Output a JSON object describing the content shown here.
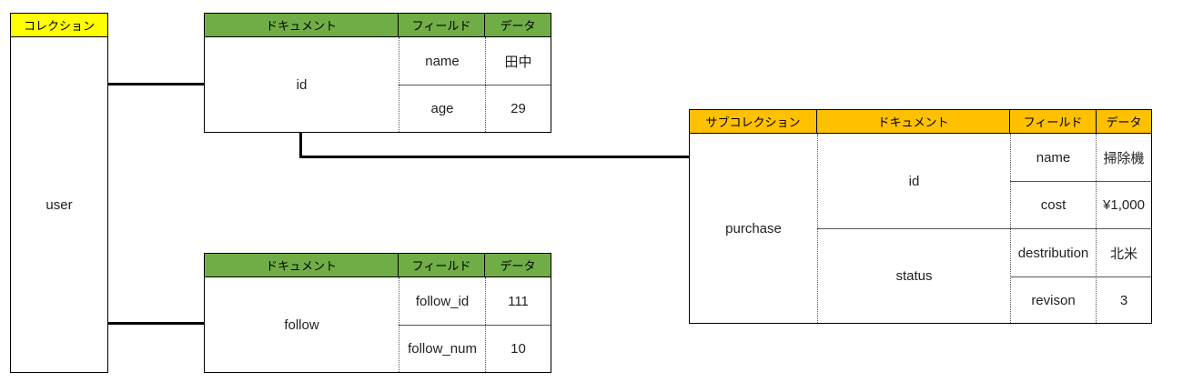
{
  "collection": {
    "header": "コレクション",
    "name": "user"
  },
  "doc_id_table": {
    "headers": [
      "ドキュメント",
      "フィールド",
      "データ"
    ],
    "document": "id",
    "rows": [
      {
        "field": "name",
        "value": "田中"
      },
      {
        "field": "age",
        "value": "29"
      }
    ]
  },
  "doc_follow_table": {
    "headers": [
      "ドキュメント",
      "フィールド",
      "データ"
    ],
    "document": "follow",
    "rows": [
      {
        "field": "follow_id",
        "value": "111"
      },
      {
        "field": "follow_num",
        "value": "10"
      }
    ]
  },
  "sub_table": {
    "headers": [
      "サブコレクション",
      "ドキュメント",
      "フィールド",
      "データ"
    ],
    "subcollection": "purchase",
    "documents": [
      {
        "name": "id",
        "rows": [
          {
            "field": "name",
            "value": "掃除機"
          },
          {
            "field": "cost",
            "value": "¥1,000"
          }
        ]
      },
      {
        "name": "status",
        "rows": [
          {
            "field": "destribution",
            "value": "北米"
          },
          {
            "field": "revison",
            "value": "3"
          }
        ]
      }
    ]
  },
  "colors": {
    "green_header": "#70ad47",
    "yellow_header": "#ffff00",
    "gold_header": "#ffc000"
  }
}
